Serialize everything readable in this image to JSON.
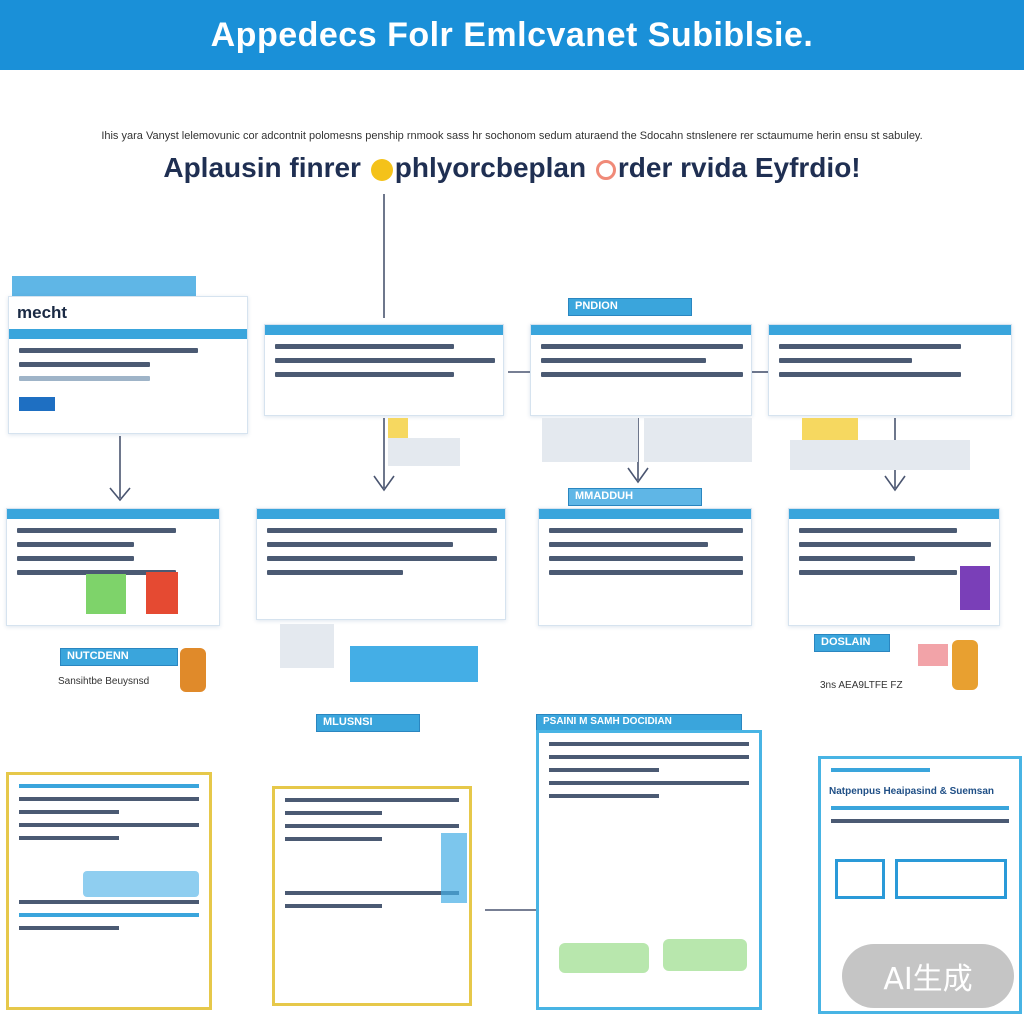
{
  "banner": {
    "title": "Appedecs  Folr  Emlcvanet Subiblsie."
  },
  "intro": "Ihis yara Vanyst lelemovunic cor adcontnit polomesns penship rnmook sass hr sochonom sedum aturaend the Sdocahn stnslenere rer sctaumume herin ensu st sabuley.",
  "subtitle": {
    "part1": "Aplausin finrer",
    "part2": "phlyorcbeplan",
    "part3": "rder  rvida Eyfrdio!"
  },
  "labels": {
    "card1_title": "mecht",
    "tag_top": "PNDION",
    "tag_mid": "MMADDUH",
    "tag_left": "NUTCDENN",
    "tag_right": "DOSLAIN",
    "tag_bottom_left": "MLUSNSI",
    "tag_bottom_mid": "PSAINI M SAMH DOCIDIAN",
    "caption_left": "Sansihtbe  Beuysnsd",
    "caption_right": "3ns  AEA9LTFE  FZ",
    "doc4_title": "Natpenpus Heaipasind & Suemsan"
  },
  "badge": "AI生成",
  "colors": {
    "banner": "#1a90d8",
    "accent": "#3aa5dc",
    "ink": "#1f2f52"
  }
}
